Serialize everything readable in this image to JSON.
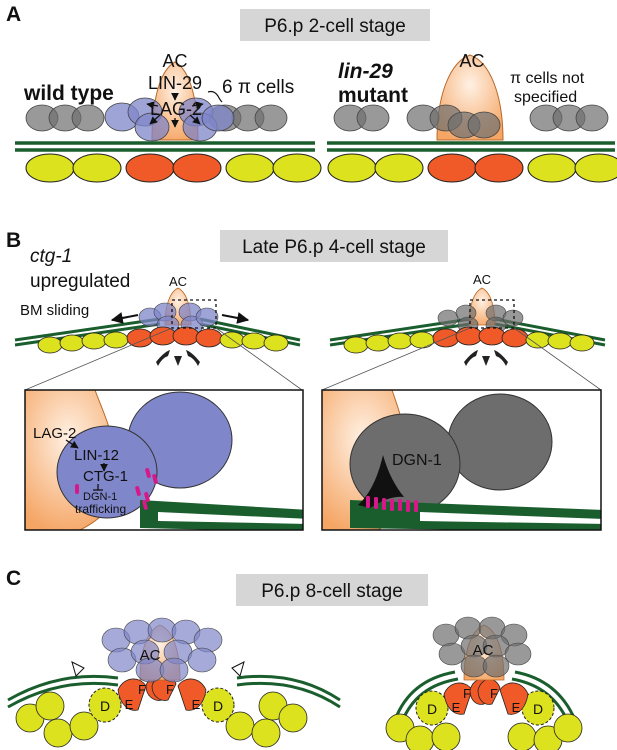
{
  "panels": {
    "A": {
      "letter": "A",
      "stage_title": "P6.p 2-cell stage",
      "left": {
        "label": "wild type",
        "ac": "AC",
        "lin29": "LIN-29",
        "lag2": "LAG-2",
        "pi_cells": "6 π cells"
      },
      "right": {
        "label_line1": "lin-29",
        "label_line2": "mutant",
        "ac": "AC",
        "note_line1": "π cells not",
        "note_line2": "specified"
      }
    },
    "B": {
      "letter": "B",
      "stage_title": "Late P6.p 4-cell stage",
      "ctg1": "ctg-1",
      "upregulated": "upregulated",
      "bm_sliding": "BM sliding",
      "ac_left": "AC",
      "ac_right": "AC",
      "inset_left": {
        "lag2": "LAG-2",
        "lin12": "LIN-12",
        "ctg1": "CTG-1",
        "dgn1": "DGN-1",
        "trafficking": "trafficking"
      },
      "inset_right": {
        "dgn1": "DGN-1"
      }
    },
    "C": {
      "letter": "C",
      "stage_title": "P6.p 8-cell stage",
      "ac_left": "AC",
      "ac_right": "AC",
      "cell_D": "D",
      "cell_E": "E",
      "cell_F": "F"
    }
  },
  "colors": {
    "blue_cell": "#7f86c9",
    "grey_cell": "#6d6d6d",
    "ac_orange": "#f7b27a",
    "red_cell": "#f05a28",
    "yellow_cell": "#dde21e",
    "bm_green": "#1b5e2e",
    "magenta": "#d6188a",
    "title_bg": "#d6d6d6"
  }
}
